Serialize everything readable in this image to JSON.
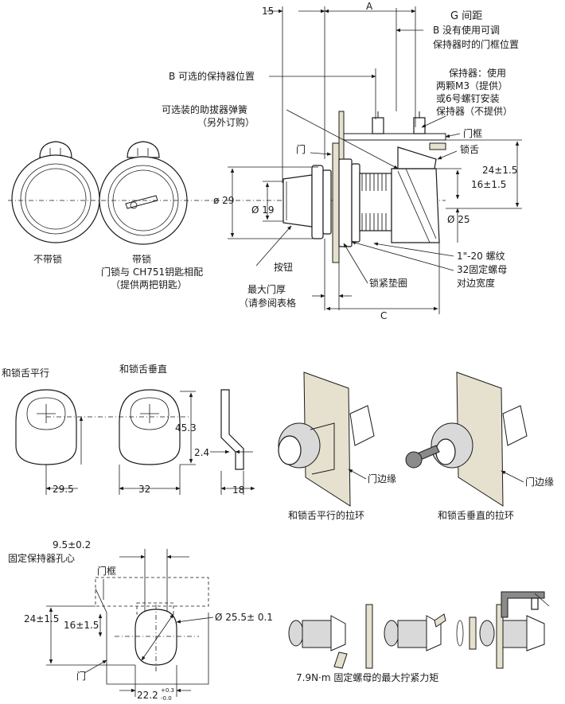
{
  "top": {
    "dim_15": "15",
    "dim_A": "A",
    "g_label": "G 间距",
    "b_no_use": "B 没有使用可调",
    "b_no_use2": "保持器时的门框位置",
    "b_optional": "B 可选的保持器位置",
    "retainer_1": "保持器：使用",
    "retainer_2": "两颗M3（提供）",
    "retainer_3": "或6号螺钉安装",
    "retainer_4": "保持器（不提供）",
    "spring_1": "可选装的助拔器弹簧",
    "spring_2": "（另外订购）",
    "door_frame": "门框",
    "door": "门",
    "latch": "锁舌",
    "dim_24": "24±1.5",
    "dim_16": "16±1.5",
    "dim_phi29": "ø 29",
    "dim_phi19": "Ø 19",
    "dim_phi25": "Ø 25",
    "thread": "1\"-20 螺纹",
    "nut_1": "32固定螺母",
    "nut_2": "对边宽度",
    "lock_washer": "锁紧垫圈",
    "button": "按钮",
    "max_door_1": "最大门厚",
    "max_door_2": "（请参阅表格",
    "dim_C": "C",
    "no_lock": "不带锁",
    "with_lock": "带锁",
    "lock_note_1": "门锁与 CH751钥匙相配",
    "lock_note_2": "（提供两把钥匙）"
  },
  "middle": {
    "parallel": "和锁舌平行",
    "perpendicular": "和锁舌垂直",
    "dim_45": "45.3",
    "dim_24": "2.4",
    "dim_295": "29.5",
    "dim_32": "32",
    "dim_18": "18",
    "door_edge_a": "门边缘",
    "door_edge_b": "门边缘",
    "ring_parallel": "和锁舌平行的拉环",
    "ring_perpendicular": "和锁舌垂直的拉环"
  },
  "bottom": {
    "hole_dim": "9.5±0.2",
    "hole_label": "固定保持器孔心",
    "door_frame": "门框",
    "dim_24": "24±1.5",
    "dim_16": "16±1.5",
    "dim_phi": "Ø 25.5± 0.1",
    "door": "门",
    "dim_222": "22.2",
    "tol_plus": "+0.3",
    "tol_minus": "-0.0",
    "torque": "7.9N·m 固定螺母的最大拧紧力矩"
  }
}
